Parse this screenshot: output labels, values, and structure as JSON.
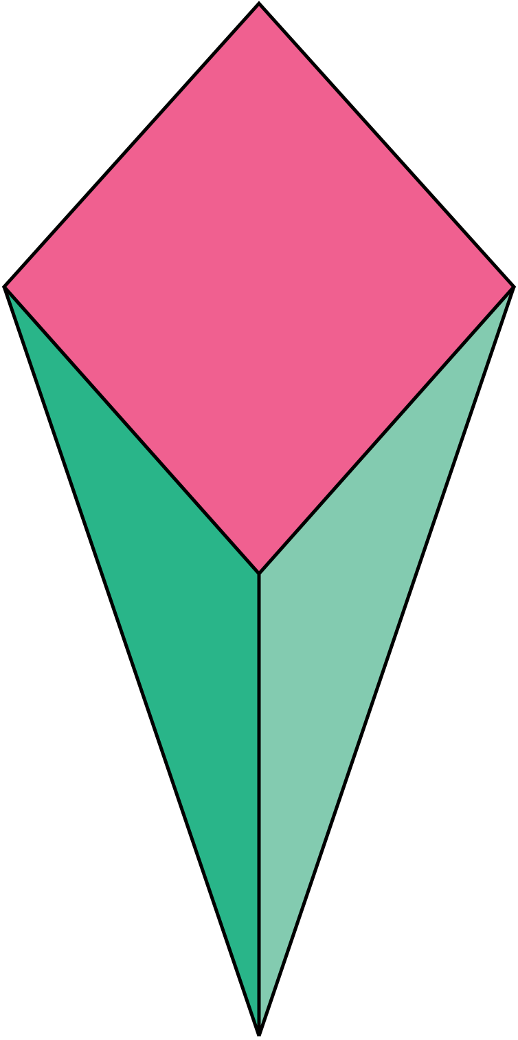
{
  "colors": {
    "background": "#ffffff",
    "head_fill": "#f06090",
    "left_leg_fill": "#29b589",
    "right_leg_fill": "#83cbb0",
    "stroke": "#000000"
  },
  "shapes": [
    {
      "id": "head-rhombus",
      "fill_key": "head_fill"
    },
    {
      "id": "left-leg-triangle",
      "fill_key": "left_leg_fill"
    },
    {
      "id": "right-leg-triangle",
      "fill_key": "right_leg_fill"
    }
  ]
}
